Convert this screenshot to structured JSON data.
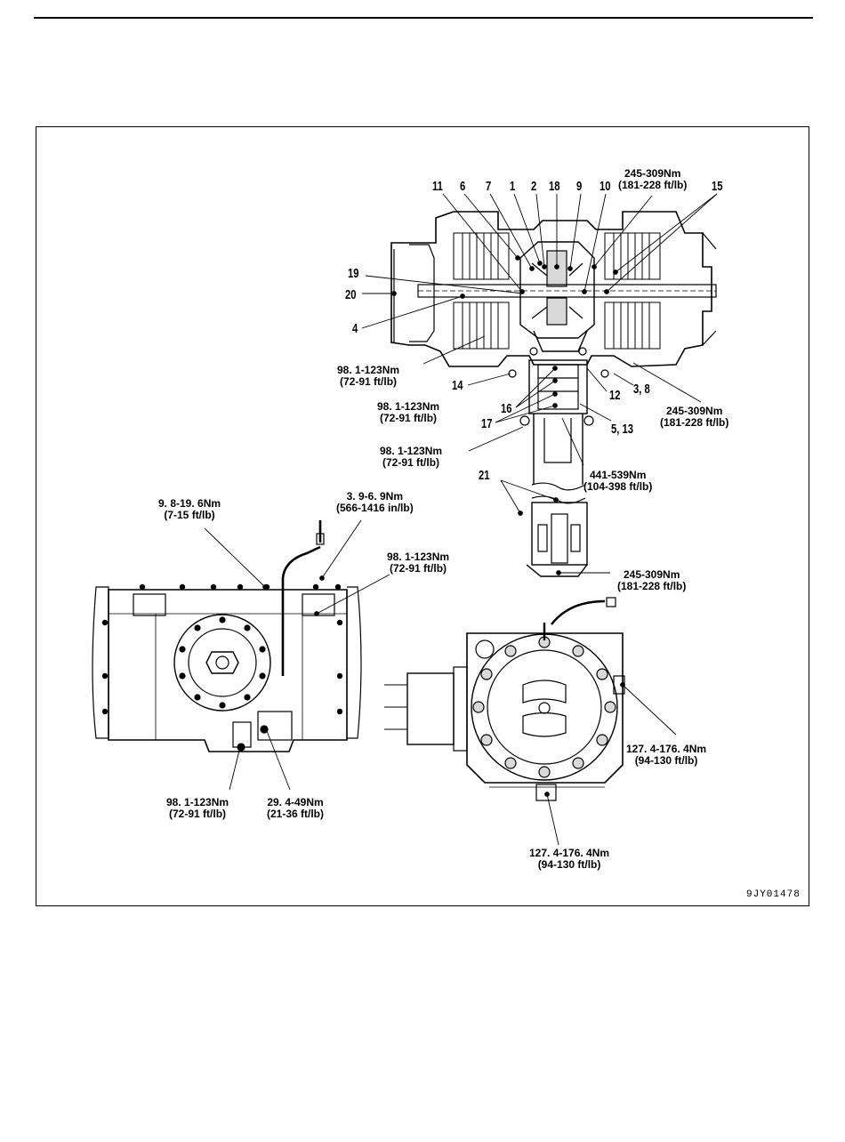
{
  "figure_code": "9JY01478",
  "callouts": {
    "n11": "11",
    "n6": "6",
    "n7": "7",
    "n1": "1",
    "n2": "2",
    "n18": "18",
    "n9": "9",
    "n10": "10",
    "n15": "15",
    "n19": "19",
    "n20": "20",
    "n4": "4",
    "n14": "14",
    "n16": "16",
    "n17": "17",
    "n12": "12",
    "n38": "3, 8",
    "n513": "5, 13",
    "n21": "21"
  },
  "torques": {
    "t_top_right": {
      "nm": "245-309Nm",
      "ft": "(181-228 ft/lb)"
    },
    "t_left_upper": {
      "nm": "98. 1-123Nm",
      "ft": "(72-91 ft/lb)"
    },
    "t_left_mid": {
      "nm": "98. 1-123Nm",
      "ft": "(72-91 ft/lb)"
    },
    "t_left_low": {
      "nm": "98. 1-123Nm",
      "ft": "(72-91 ft/lb)"
    },
    "t_right_mid": {
      "nm": "245-309Nm",
      "ft": "(181-228 ft/lb)"
    },
    "t_pinion": {
      "nm": "441-539Nm",
      "ft": "(104-398 ft/lb)"
    },
    "t_yoke": {
      "nm": "245-309Nm",
      "ft": "(181-228 ft/lb)"
    },
    "t_small_bolt": {
      "nm": "9. 8-19. 6Nm",
      "ft": "(7-15 ft/lb)"
    },
    "t_fitting": {
      "nm": "3. 9-6. 9Nm",
      "ft": "(566-1416 in/lb)"
    },
    "t_cover_right": {
      "nm": "98. 1-123Nm",
      "ft": "(72-91 ft/lb)"
    },
    "t_drain": {
      "nm": "98. 1-123Nm",
      "ft": "(72-91 ft/lb)"
    },
    "t_bracket": {
      "nm": "29. 4-49Nm",
      "ft": "(21-36 ft/lb)"
    },
    "t_end_right": {
      "nm": "127. 4-176. 4Nm",
      "ft": "(94-130 ft/lb)"
    },
    "t_end_bottom": {
      "nm": "127. 4-176. 4Nm",
      "ft": "(94-130 ft/lb)"
    }
  }
}
